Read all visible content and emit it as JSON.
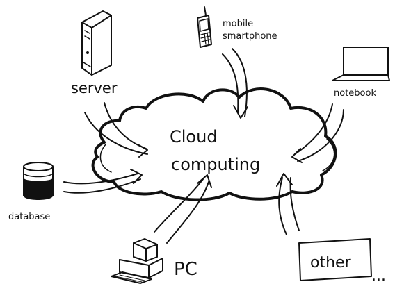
{
  "diagram": {
    "center_label_line1": "Cloud",
    "center_label_line2": "computing",
    "nodes": {
      "server": "server",
      "mobile_line1": "mobile",
      "mobile_line2": "smartphone",
      "notebook": "notebook",
      "database": "database",
      "pc": "PC",
      "other": "other",
      "ellipsis": "..."
    }
  },
  "icons": [
    "server-icon",
    "mobile-phone-icon",
    "notebook-icon",
    "database-icon",
    "pc-icon"
  ],
  "colors": {
    "ink": "#111111",
    "background": "#ffffff"
  }
}
